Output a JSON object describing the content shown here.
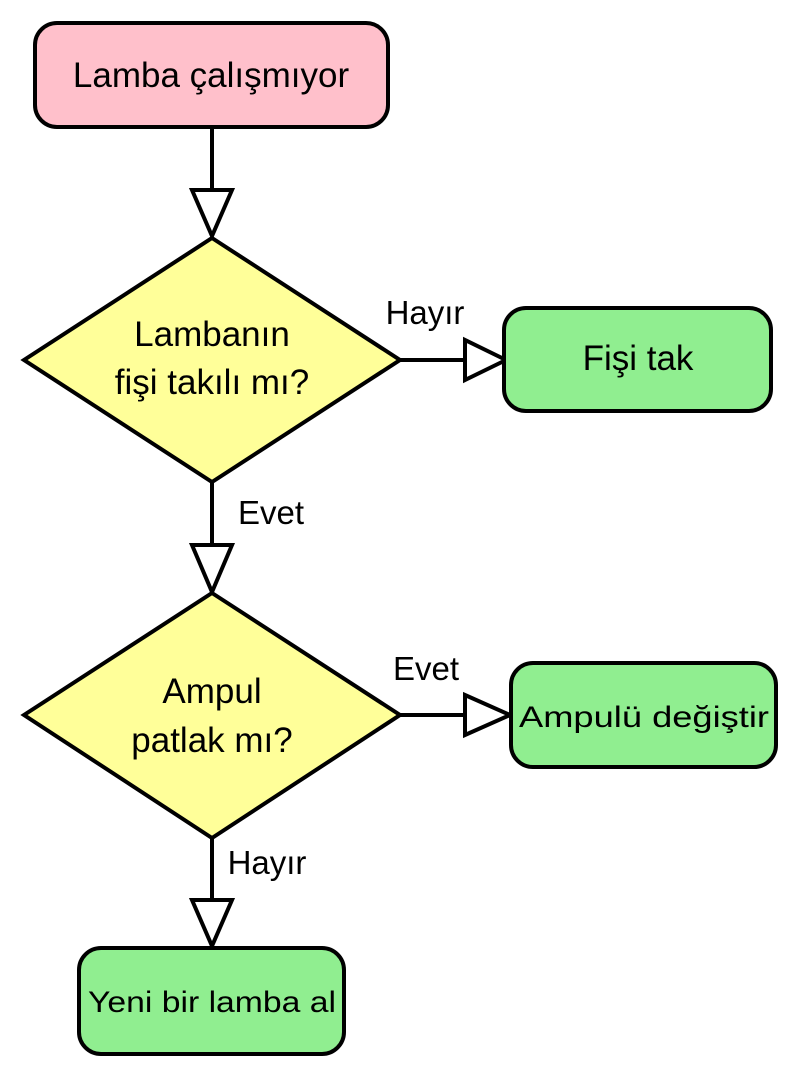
{
  "colors": {
    "start_fill": "#ffc0cb",
    "decision_fill": "#ffff99",
    "action_fill": "#90ee90",
    "stroke": "#000000",
    "arrowhead_fill": "#ffffff"
  },
  "nodes": {
    "start": {
      "label": "Lamba çalışmıyor"
    },
    "decision_plug": {
      "line1": "Lambanın",
      "line2": "fişi takılı mı?"
    },
    "action_plug": {
      "label": "Fişi tak"
    },
    "decision_bulb": {
      "line1": "Ampul",
      "line2": "patlak mı?"
    },
    "action_bulb": {
      "label": "Ampulü değiştir"
    },
    "action_new": {
      "label": "Yeni bir lamba al"
    }
  },
  "edges": {
    "plug_no": {
      "label": "Hayır"
    },
    "plug_yes": {
      "label": "Evet"
    },
    "bulb_yes": {
      "label": "Evet"
    },
    "bulb_no": {
      "label": "Hayır"
    }
  }
}
